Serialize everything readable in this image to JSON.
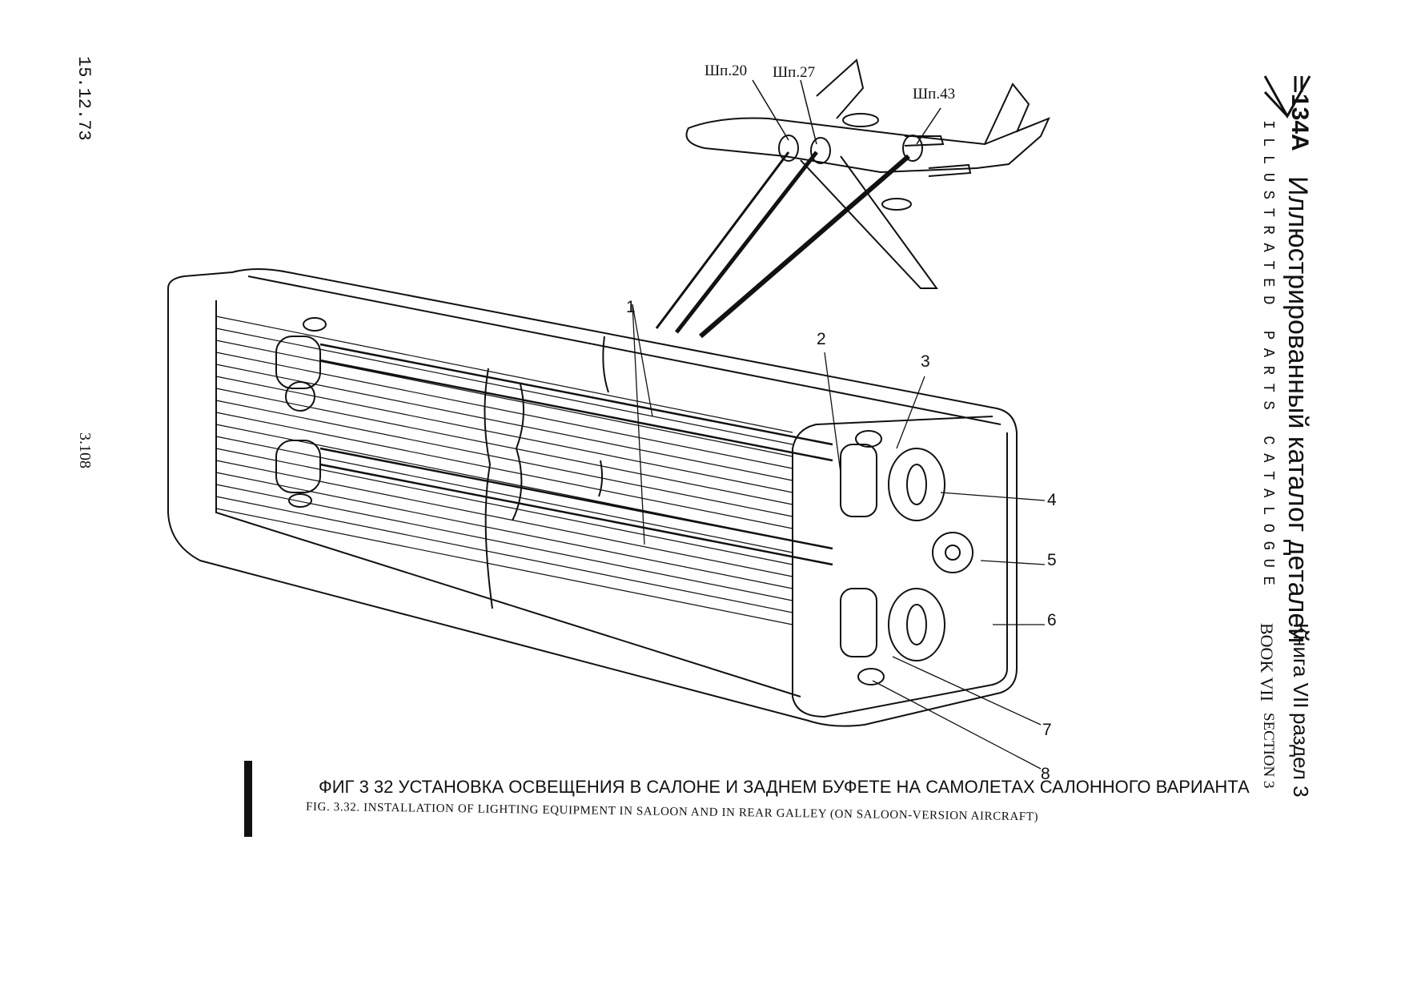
{
  "margin": {
    "date": "15.12.73",
    "page_number": "3.108"
  },
  "header": {
    "model": "134А",
    "title": "Иллюстрированный каталог деталей",
    "subtitle": "ILLUSTRATED PARTS CATALOGUE",
    "book_ru": "Книга VII",
    "book_en": "BOOK VII",
    "section_ru": "раздел 3",
    "section_en": "SECTION 3"
  },
  "aircraft": {
    "frame_labels": [
      "Шп.20",
      "Шп.27",
      "Шп.43"
    ]
  },
  "callouts": [
    "1",
    "2",
    "3",
    "4",
    "5",
    "6",
    "7",
    "8"
  ],
  "caption": {
    "ru": "ФИГ 3 32 УСТАНОВКА ОСВЕЩЕНИЯ  В САЛОНЕ  И  ЗАДНЕМ БУФЕТЕ НА САМОЛЕТАХ САЛОННОГО ВАРИАНТА",
    "en": "FIG. 3.32. INSTALLATION OF LIGHTING EQUIPMENT IN SALOON AND IN REAR GALLEY (ON SALOON-VERSION AIRCRAFT)"
  },
  "colors": {
    "ink": "#111111",
    "paper": "#ffffff"
  }
}
